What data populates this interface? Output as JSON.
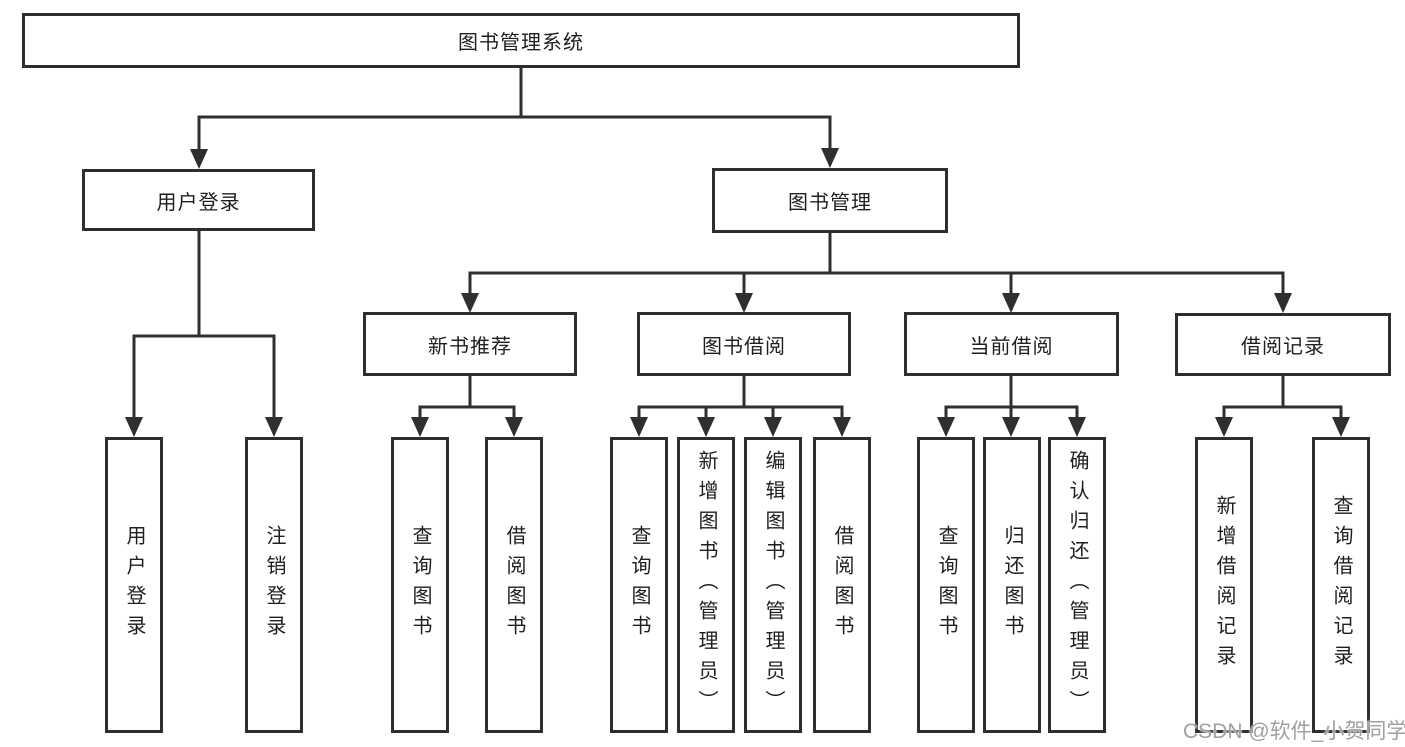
{
  "nodes": {
    "root": "图书管理系统",
    "user_login": "用户登录",
    "book_mgmt": "图书管理",
    "new_book_rec": "新书推荐",
    "book_borrow": "图书借阅",
    "current_borrow": "当前借阅",
    "borrow_record": "借阅记录",
    "leaf_user_login": "用户登录",
    "leaf_logout_login": "注销登录",
    "leaf_rec_query_book": "查询图书",
    "leaf_rec_borrow_book": "借阅图书",
    "leaf_bor_query_book": "查询图书",
    "leaf_bor_add_book": "新增图书（管理员）",
    "leaf_bor_edit_book": "编辑图书（管理员）",
    "leaf_bor_borrow_book": "借阅图书",
    "leaf_cur_query_book": "查询图书",
    "leaf_cur_return_book": "归还图书",
    "leaf_cur_confirm_return": "确认归还（管理员）",
    "leaf_brec_add_record": "新增借阅记录",
    "leaf_brec_query_record": "查询借阅记录"
  },
  "watermark": "CSDN @软件_小贺同学",
  "colors": {
    "line": "#2f2f2f",
    "box_border": "#2e2e2e",
    "text": "#1f1f1f",
    "watermark_text": "#a0a0a0",
    "background": "#ffffff"
  }
}
